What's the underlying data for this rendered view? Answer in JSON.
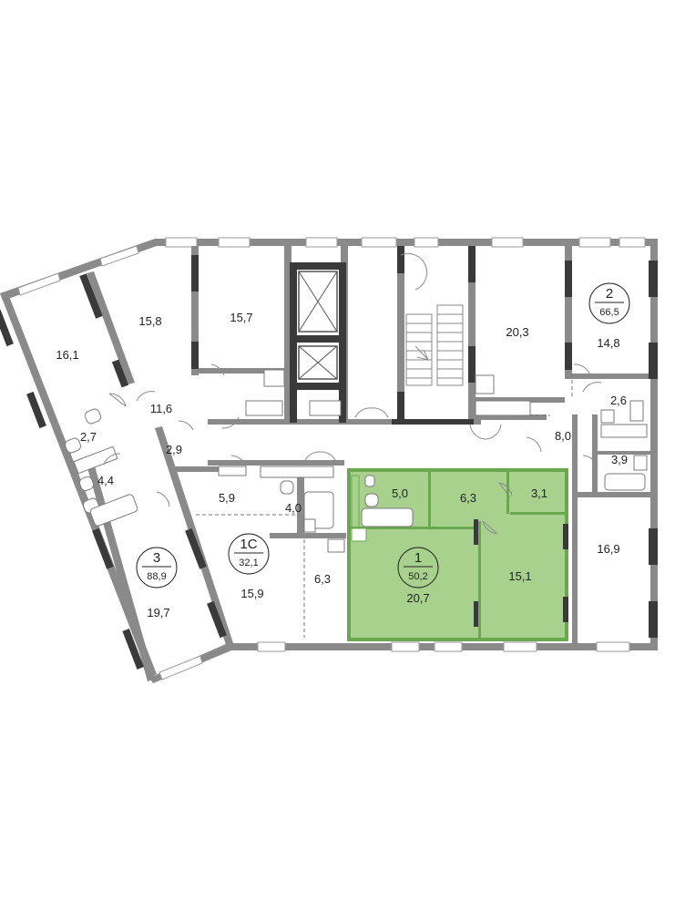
{
  "plan": {
    "highlight_color": "#a9d18e",
    "highlight_wall_color": "#6aa84f",
    "wall_color": "#8a8a8a",
    "dark_wall_color": "#3a3a3a"
  },
  "apartments": [
    {
      "id": "apt-1",
      "number": "1",
      "area": "50,2"
    },
    {
      "id": "apt-1c",
      "number": "1С",
      "area": "32,1"
    },
    {
      "id": "apt-2",
      "number": "2",
      "area": "66,5"
    },
    {
      "id": "apt-3",
      "number": "3",
      "area": "88,9"
    }
  ],
  "rooms": [
    {
      "id": "r1",
      "area": "16,1"
    },
    {
      "id": "r2",
      "area": "15,8"
    },
    {
      "id": "r3",
      "area": "15,7"
    },
    {
      "id": "r4",
      "area": "20,3"
    },
    {
      "id": "r5",
      "area": "14,8"
    },
    {
      "id": "r6",
      "area": "11,6"
    },
    {
      "id": "r7",
      "area": "2,7"
    },
    {
      "id": "r8",
      "area": "2,9"
    },
    {
      "id": "r9",
      "area": "4,4"
    },
    {
      "id": "r10",
      "area": "2,6"
    },
    {
      "id": "r11",
      "area": "8,0"
    },
    {
      "id": "r12",
      "area": "3,9"
    },
    {
      "id": "r13",
      "area": "5,9"
    },
    {
      "id": "r14",
      "area": "4,0"
    },
    {
      "id": "r15",
      "area": "5,0"
    },
    {
      "id": "r16",
      "area": "6,3"
    },
    {
      "id": "r17",
      "area": "3,1"
    },
    {
      "id": "r18",
      "area": "15,9"
    },
    {
      "id": "r19",
      "area": "6,3"
    },
    {
      "id": "r20",
      "area": "20,7"
    },
    {
      "id": "r21",
      "area": "15,1"
    },
    {
      "id": "r22",
      "area": "16,9"
    },
    {
      "id": "r23",
      "area": "19,7"
    }
  ]
}
